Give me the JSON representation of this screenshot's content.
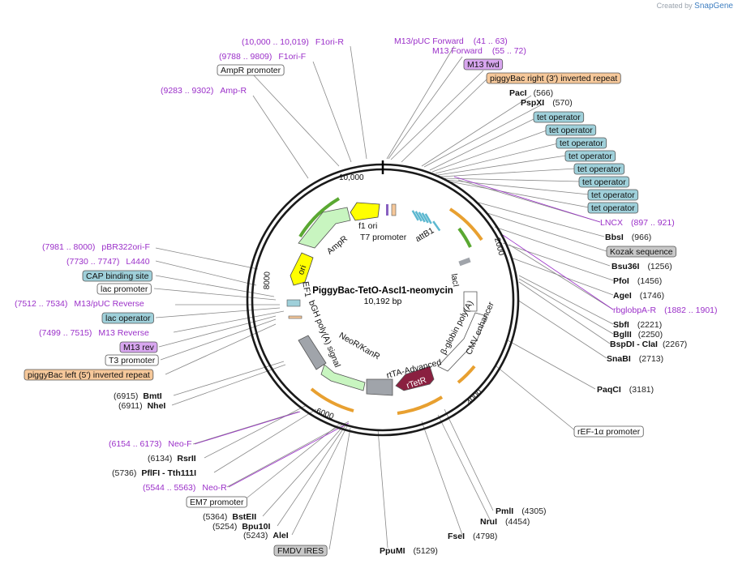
{
  "credit": {
    "prefix": "Created by",
    "brand": "SnapGene"
  },
  "plasmid": {
    "name": "PiggyBac-TetO-AscI1-neomycin",
    "size": "10,192 bp"
  },
  "ticks": [
    "10,000",
    "2000",
    "4000",
    "6000",
    "8000"
  ],
  "inner_features": [
    "f1 ori",
    "T7 promoter",
    "attB1",
    "AmpR",
    "ori",
    "EF1",
    "bGH poly(A) signal",
    "NeoR/KanR",
    "rtTA-Advanced",
    "rTetR",
    "β-globin poly(A)",
    "CMV enhancer",
    "lacI"
  ],
  "boxed_features": [
    {
      "id": "amprpromoter",
      "text": "AmpR promoter",
      "bg": "#ffffff"
    },
    {
      "id": "m13fwd",
      "text": "M13 fwd",
      "bg": "#d8a6ef"
    },
    {
      "id": "piggyright",
      "text": "piggyBac right (3') inverted repeat",
      "bg": "#f6c89a"
    },
    {
      "id": "tet1",
      "text": "tet operator",
      "bg": "#9fd0da"
    },
    {
      "id": "tet2",
      "text": "tet operator",
      "bg": "#9fd0da"
    },
    {
      "id": "tet3",
      "text": "tet operator",
      "bg": "#9fd0da"
    },
    {
      "id": "tet4",
      "text": "tet operator",
      "bg": "#9fd0da"
    },
    {
      "id": "tet5",
      "text": "tet operator",
      "bg": "#9fd0da"
    },
    {
      "id": "tet6",
      "text": "tet operator",
      "bg": "#9fd0da"
    },
    {
      "id": "tet7",
      "text": "tet operator",
      "bg": "#9fd0da"
    },
    {
      "id": "tet8",
      "text": "tet operator",
      "bg": "#9fd0da"
    },
    {
      "id": "kozak",
      "text": "Kozak sequence",
      "bg": "#c8c8c8"
    },
    {
      "id": "ref1",
      "text": "rEF-1α promoter",
      "bg": "#ffffff"
    },
    {
      "id": "fmdv",
      "text": "FMDV IRES",
      "bg": "#c8c8c8"
    },
    {
      "id": "em7",
      "text": "EM7 promoter",
      "bg": "#ffffff"
    },
    {
      "id": "piggyleft",
      "text": "piggyBac left (5') inverted repeat",
      "bg": "#f6c89a"
    },
    {
      "id": "t3",
      "text": "T3 promoter",
      "bg": "#ffffff"
    },
    {
      "id": "m13rev",
      "text": "M13 rev",
      "bg": "#d8a6ef"
    },
    {
      "id": "lacop",
      "text": "lac operator",
      "bg": "#9fd0da"
    },
    {
      "id": "lacprom",
      "text": "lac promoter",
      "bg": "#ffffff"
    },
    {
      "id": "cap",
      "text": "CAP binding site",
      "bg": "#9fd0da"
    }
  ],
  "enzymes": [
    {
      "id": "paci",
      "name": "PacI",
      "pos": "(566)"
    },
    {
      "id": "pspxi",
      "name": "PspXI",
      "pos": "(570)"
    },
    {
      "id": "bbsi",
      "name": "BbsI",
      "pos": "(966)"
    },
    {
      "id": "bsu36i",
      "name": "Bsu36I",
      "pos": "(1256)"
    },
    {
      "id": "pfoi",
      "name": "PfoI",
      "pos": "(1456)"
    },
    {
      "id": "agei",
      "name": "AgeI",
      "pos": "(1746)"
    },
    {
      "id": "sbfi",
      "name": "SbfI",
      "pos": "(2221)"
    },
    {
      "id": "bglii",
      "name": "BglII",
      "pos": "(2250)"
    },
    {
      "id": "bspdi",
      "name": "BspDI - ClaI",
      "pos": "(2267)"
    },
    {
      "id": "snabi",
      "name": "SnaBI",
      "pos": "(2713)"
    },
    {
      "id": "paqci",
      "name": "PaqCI",
      "pos": "(3181)"
    },
    {
      "id": "pmli",
      "name": "PmlI",
      "pos": "(4305)"
    },
    {
      "id": "nrui",
      "name": "NruI",
      "pos": "(4454)"
    },
    {
      "id": "fsei",
      "name": "FseI",
      "pos": "(4798)"
    },
    {
      "id": "ppumi",
      "name": "PpuMI",
      "pos": "(5129)"
    },
    {
      "id": "alei",
      "name": "AleI",
      "pos": "(5243)"
    },
    {
      "id": "bpu10i",
      "name": "Bpu10I",
      "pos": "(5254)"
    },
    {
      "id": "bsteii",
      "name": "BstEII",
      "pos": "(5364)"
    },
    {
      "id": "pflfi",
      "name": "PflFI - Tth111I",
      "pos": "(5736)"
    },
    {
      "id": "rsrii",
      "name": "RsrII",
      "pos": "(6134)"
    },
    {
      "id": "nhei",
      "name": "NheI",
      "pos": "(6911)"
    },
    {
      "id": "bmti",
      "name": "BmtI",
      "pos": "(6915)"
    }
  ],
  "primers": [
    {
      "id": "f1ori_r",
      "name": "F1ori-R",
      "range": "(10,000 .. 10,019)"
    },
    {
      "id": "f1ori_f",
      "name": "F1ori-F",
      "range": "(9788 .. 9809)"
    },
    {
      "id": "amp_r",
      "name": "Amp-R",
      "range": "(9283 .. 9302)"
    },
    {
      "id": "m13puc_fwd",
      "name": "M13/pUC Forward",
      "range": "(41 .. 63)"
    },
    {
      "id": "m13_fwd",
      "name": "M13 Forward",
      "range": "(55 .. 72)"
    },
    {
      "id": "lncx",
      "name": "LNCX",
      "range": "(897 .. 921)"
    },
    {
      "id": "rbglob",
      "name": "rbglobpA-R",
      "range": "(1882 .. 1901)"
    },
    {
      "id": "pbr322",
      "name": "pBR322ori-F",
      "range": "(7981 .. 8000)"
    },
    {
      "id": "l4440",
      "name": "L4440",
      "range": "(7730 .. 7747)"
    },
    {
      "id": "m13puc_rev",
      "name": "M13/pUC Reverse",
      "range": "(7512 .. 7534)"
    },
    {
      "id": "m13_rev",
      "name": "M13 Reverse",
      "range": "(7499 .. 7515)"
    },
    {
      "id": "neo_f",
      "name": "Neo-F",
      "range": "(6154 .. 6173)"
    },
    {
      "id": "neo_r",
      "name": "Neo-R",
      "range": "(5544 .. 5563)"
    }
  ]
}
